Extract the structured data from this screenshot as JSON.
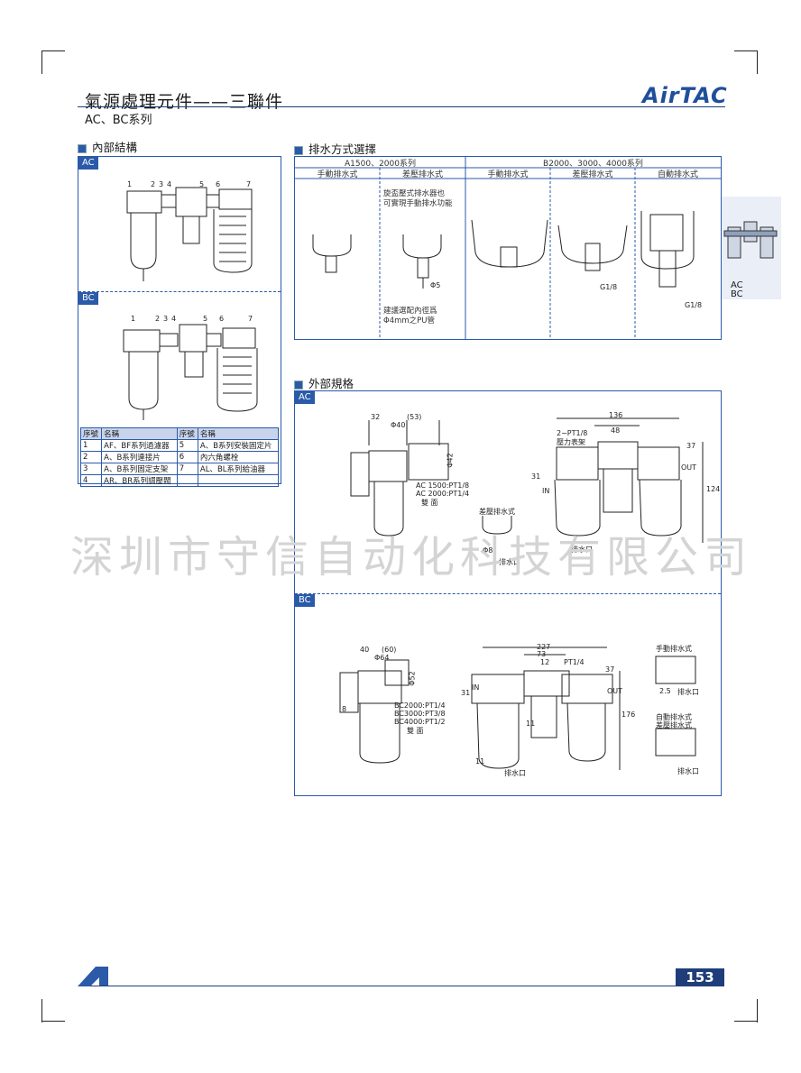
{
  "header": {
    "title": "氣源處理元件——三聯件",
    "subtitle": "AC、BC系列",
    "logo": "AirTAC"
  },
  "sections": {
    "internal": "內部結構",
    "drain": "排水方式選擇",
    "external": "外部規格"
  },
  "tags": {
    "ac": "AC",
    "bc": "BC"
  },
  "internal_labels": [
    "1",
    "2",
    "3",
    "4",
    "5",
    "6",
    "7"
  ],
  "parts_table": {
    "headers": [
      "序號",
      "名稱",
      "序號",
      "名稱"
    ],
    "rows": [
      [
        "1",
        "AF、BF系列過濾器",
        "5",
        "A、B系列安裝固定片"
      ],
      [
        "2",
        "A、B系列連接片",
        "6",
        "內六角螺栓"
      ],
      [
        "3",
        "A、B系列固定支架",
        "7",
        "AL、BL系列給油器"
      ],
      [
        "4",
        "AR、BR系列調壓閥",
        "",
        ""
      ]
    ]
  },
  "drain_table": {
    "group1": "A1500、2000系列",
    "group2": "B2000、3000、4000系列",
    "cols": [
      "手動排水式",
      "差壓排水式",
      "手動排水式",
      "差壓排水式",
      "自動排水式"
    ],
    "note1": "旋盃壓式排水器也\n可實現手動排水功能",
    "note2": "建議選配內徑爲\nΦ4mm之PU管",
    "phi5": "Φ5",
    "g18a": "G1/8",
    "g18b": "G1/8"
  },
  "ac_dims": {
    "d32": "32",
    "d53": "(53)",
    "dphi40": "Φ40",
    "dphi42": "Φ42",
    "port1": "AC 1500:PT1/8",
    "port2": "AC 2000:PT1/4",
    "port3": "雙 面",
    "diff": "差壓排水式",
    "phi8": "Φ8",
    "drain": "排水口",
    "d136": "136",
    "d48": "48",
    "pt18": "2−PT1/8",
    "gauge": "壓力表架",
    "d37": "37",
    "d31": "31",
    "in": "IN",
    "out": "OUT",
    "d124": "124",
    "drain2": "排水口"
  },
  "bc_dims": {
    "d40": "40",
    "d60": "(60)",
    "dphi64": "Φ64",
    "dphi52": "Φ52",
    "d8": "8",
    "p1": "BC2000:PT1/4",
    "p2": "BC3000:PT3/8",
    "p3": "BC4000:PT1/2",
    "p4": "雙 面",
    "d227": "227",
    "d73": "73",
    "pt14": "PT1/4",
    "d12": "12",
    "d37": "37",
    "d31": "31",
    "in": "IN",
    "out": "OUT",
    "d11a": "11",
    "d176": "176",
    "d11b": "11",
    "drain": "排水口",
    "manual": "手動排水式",
    "d25": "2.5",
    "drain2": "排水口",
    "auto1": "自動排水式",
    "auto2": "差壓排水式",
    "drain3": "排水口"
  },
  "side_tab": {
    "l1": "AC",
    "l2": "BC"
  },
  "watermark": "深圳市守信自动化科技有限公司",
  "page_number": "153",
  "colors": {
    "brand": "#1f3d7a",
    "accent": "#2a5aa8",
    "header_fill": "#c8d4ec"
  }
}
